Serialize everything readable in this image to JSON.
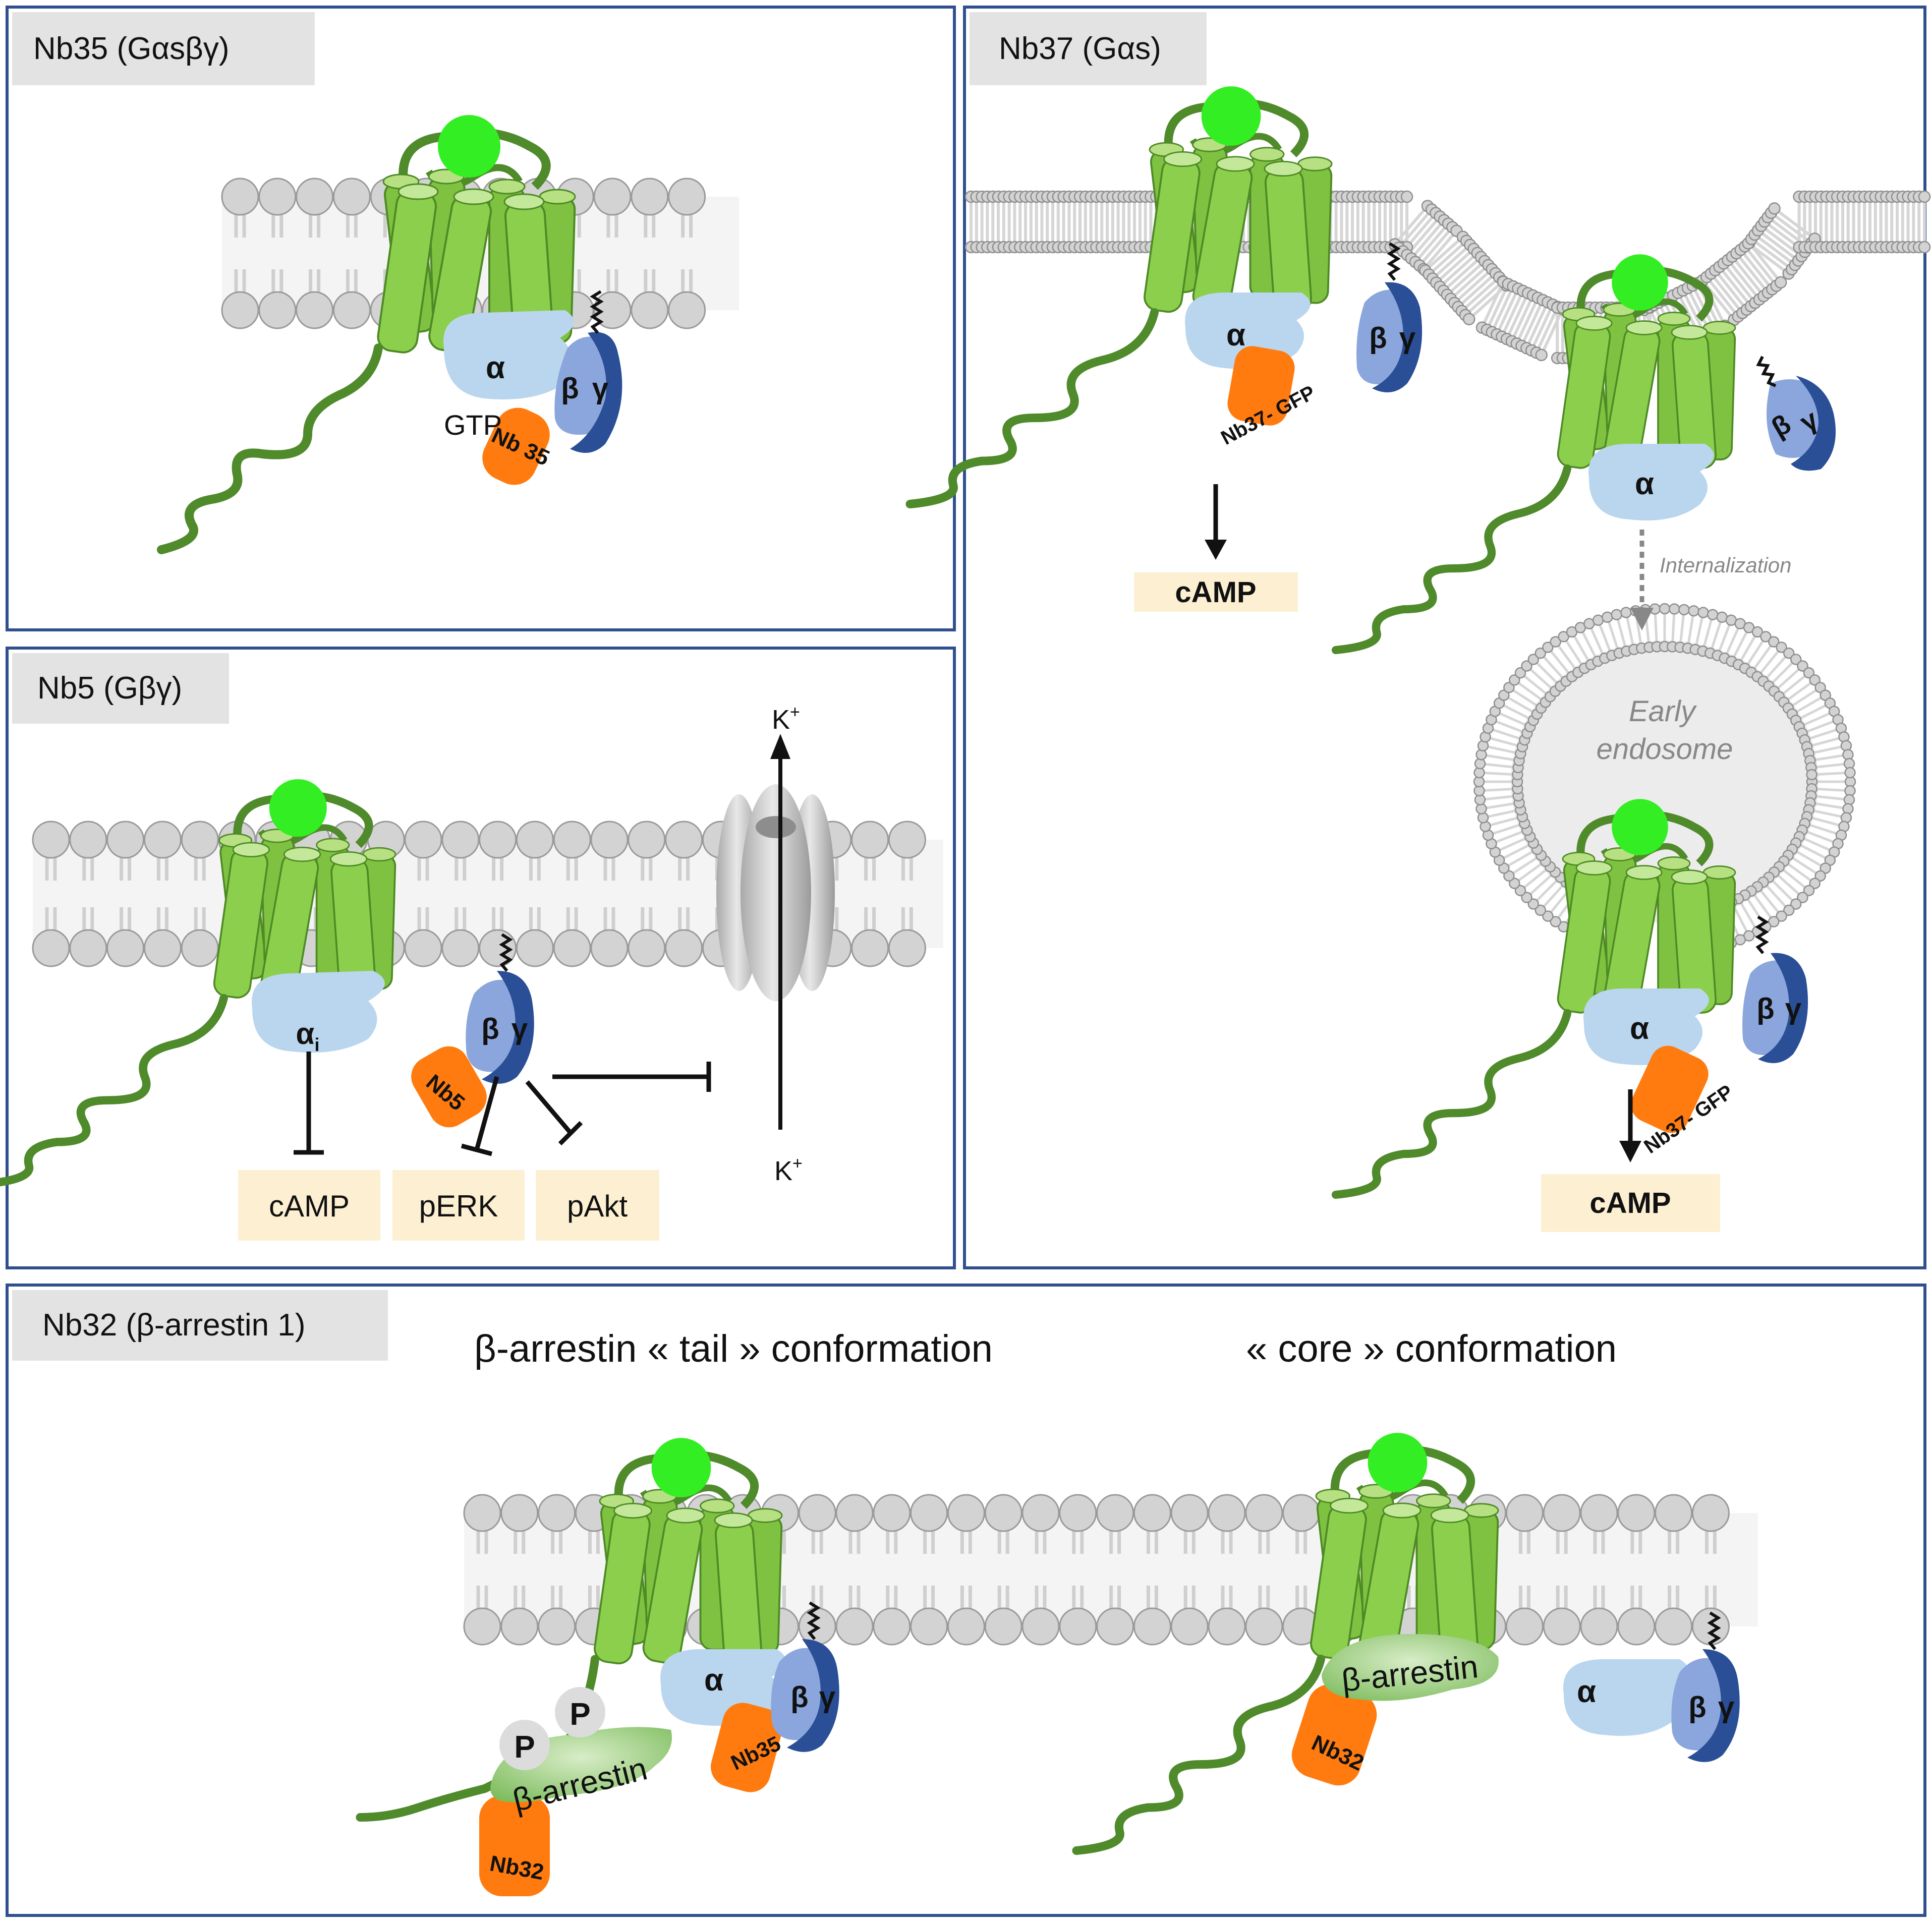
{
  "colors": {
    "frame": "#2f4f8f",
    "title_tag": "#e3e3e3",
    "receptor": "#8ccf4d",
    "receptor_dark": "#5aa332",
    "loop": "#4f8a2b",
    "ligand": "#33ee22",
    "alpha": "#b9d6ee",
    "beta": "#8aa6dc",
    "gamma": "#2a4f96",
    "nanobody": "#ff7b0f",
    "arrestin": "#8ec873",
    "readout": "#fdf0d2",
    "membrane_head": "#cfcfcf",
    "endosome": "#ececec"
  },
  "panels": {
    "nb35": {
      "title": "Nb35 (Gαsβγ)",
      "alpha": "α",
      "beta": "β",
      "gamma": "γ",
      "gtp": "GTP",
      "nanobody": "Nb 35"
    },
    "nb37": {
      "title": "Nb37 (Gαs)",
      "alpha": "α",
      "beta": "β",
      "gamma": "γ",
      "nanobody": "Nb37- GFP",
      "readout_top": "cAMP",
      "readout_bottom": "cAMP",
      "internalization": "Internalization",
      "endosome_line1": "Early",
      "endosome_line2": "endosome"
    },
    "nb5": {
      "title": "Nb5 (Gβγ)",
      "alpha_i": "α",
      "alpha_sub": "i",
      "beta": "β",
      "gamma": "γ",
      "nanobody": "Nb5",
      "readout_camp": "cAMP",
      "readout_perk": "pERK",
      "readout_pakt": "pAkt",
      "k_top": "K",
      "k_bottom": "K",
      "k_sup": "+"
    },
    "nb32": {
      "title": "Nb32 (β-arrestin 1)",
      "tail_heading": "β-arrestin « tail » conformation",
      "core_heading": "« core » conformation",
      "arrestin": "β-arrestin",
      "phospho": "P",
      "nanobody": "Nb32",
      "nb35": "Nb35",
      "alpha": "α",
      "beta": "β",
      "gamma": "γ"
    }
  }
}
